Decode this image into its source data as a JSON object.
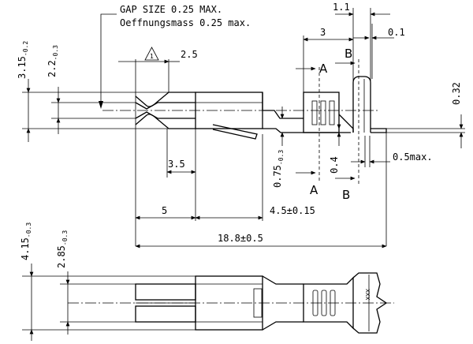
{
  "notes": {
    "gap_size": "GAP SIZE 0.25 MAX.",
    "oeffnungsmass": "Oeffnungsmass 0.25 max.",
    "triangle_mark": "1"
  },
  "dimensions": {
    "d_3_15": "3.15",
    "d_3_15_tol": "-0.2",
    "d_2_2": "2.2",
    "d_2_2_tol": "-0.3",
    "d_2_5": "2.5",
    "d_1_1": "1.1",
    "d_3": "3",
    "d_0_1": "0.1",
    "d_0_32": "0.32",
    "d_3_5": "3.5",
    "d_0_75": "0.75",
    "d_0_75_tol": "-0.3",
    "d_0_4": "0.4",
    "d_0_5max": "0.5max.",
    "d_5": "5",
    "d_4_5": "4.5±0.15",
    "d_18_8": "18.8±0.5",
    "d_4_15": "4.15",
    "d_4_15_tol": "-0.3",
    "d_2_85": "2.85",
    "d_2_85_tol": "-0.3"
  },
  "sections": {
    "a_top": "A",
    "a_bottom": "A",
    "b_top": "B",
    "b_bottom": "B"
  },
  "marking": "XXX"
}
